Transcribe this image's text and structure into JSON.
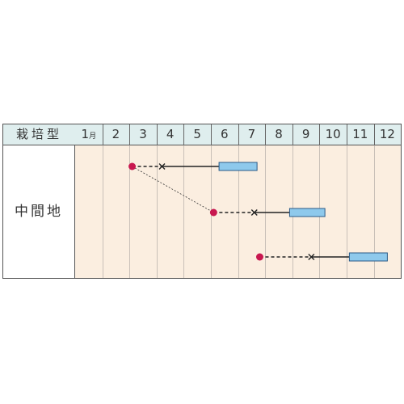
{
  "table": {
    "type_header": "栽培型",
    "months": [
      "1",
      "2",
      "3",
      "4",
      "5",
      "6",
      "7",
      "8",
      "9",
      "10",
      "11",
      "12"
    ],
    "first_month_suffix": "月",
    "rows": [
      {
        "type_label": "中間地"
      }
    ]
  },
  "legend_colors": {
    "sowing": "#c8174f",
    "harvest": "#8ec9ec",
    "header_bg": "#dfeeee",
    "grid_bg": "#fbeee0"
  },
  "schedule": [
    {
      "sow": 3.1,
      "plant": 4.2,
      "harvest_start": 6.3,
      "harvest_end": 7.7
    },
    {
      "sow": 6.1,
      "plant": 7.6,
      "harvest_start": 8.9,
      "harvest_end": 10.2
    },
    {
      "sow": 7.8,
      "plant": 9.7,
      "harvest_start": 11.1,
      "harvest_end": 12.5
    }
  ],
  "links": [
    {
      "from_series": 0,
      "to_series": 1
    }
  ]
}
